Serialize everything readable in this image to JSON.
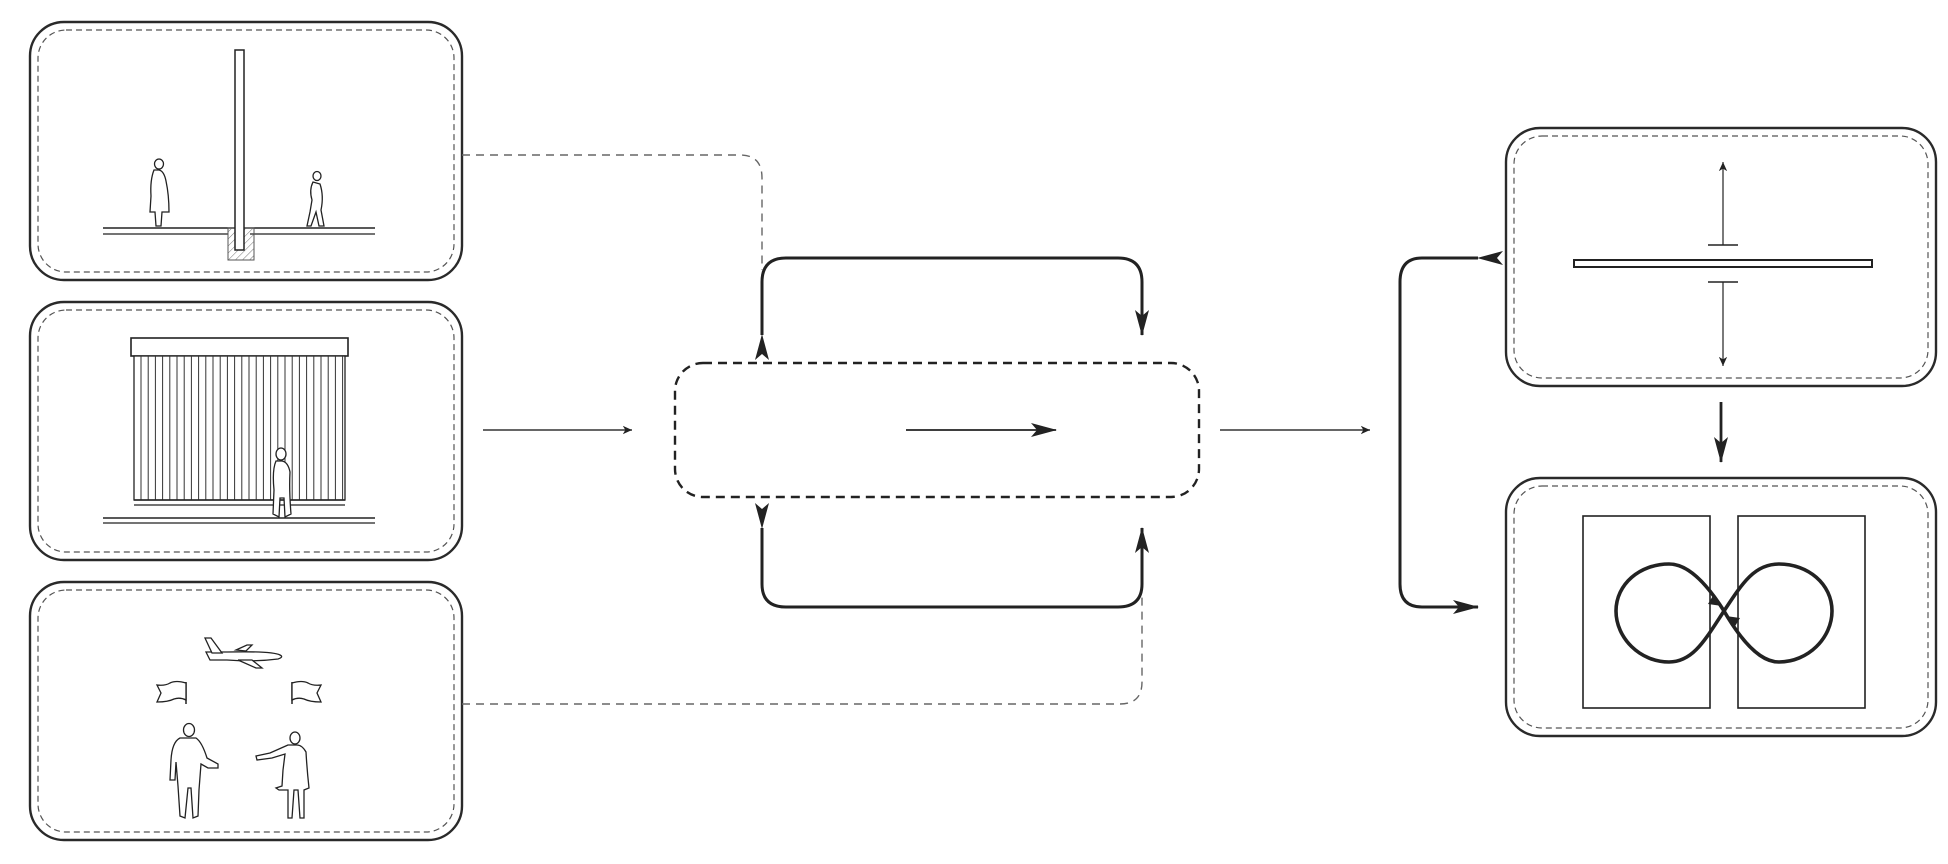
{
  "diagram": {
    "left_panels": [
      {
        "id": "panel-column",
        "icon": "column-section-icon"
      },
      {
        "id": "panel-screen-wall",
        "icon": "vertical-slat-wall-icon"
      },
      {
        "id": "panel-people-flags",
        "icon": "people-flags-airplane-icon"
      }
    ],
    "center_box": {
      "icon": "right-arrow-icon"
    },
    "right_panels": [
      {
        "id": "panel-slab",
        "icon": "horizontal-slab-icon"
      },
      {
        "id": "panel-loop",
        "icon": "infinity-loop-icon"
      }
    ],
    "colors": {
      "stroke": "#222222",
      "dashed": "#666666",
      "background": "#ffffff"
    }
  }
}
